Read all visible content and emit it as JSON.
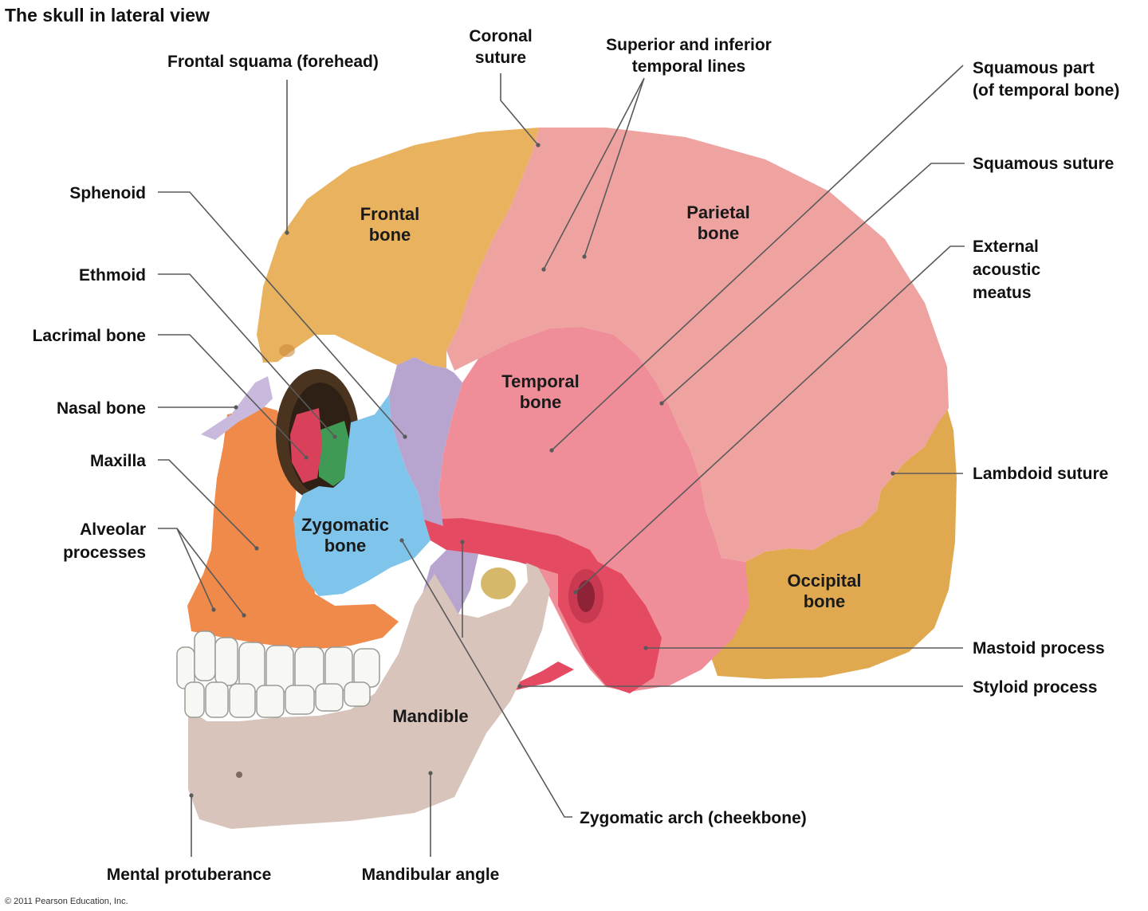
{
  "title": "The skull in lateral view",
  "copyright": "© 2011 Pearson Education, Inc.",
  "colors": {
    "frontal": "#e9b25e",
    "parietal": "#eea3a1",
    "temporal": "#ef8e98",
    "occipital": "#e0a84f",
    "sphenoid": "#b7a5cf",
    "ethmoid": "#3f9a55",
    "lacrimal": "#d9415a",
    "nasal": "#c9b9dc",
    "maxilla": "#ef8a4a",
    "zygomatic": "#7fc4ea",
    "mandible": "#d9c4bb",
    "arch": "#e44a62",
    "teeth": "#f7f7f4"
  },
  "bone_labels": {
    "frontal": [
      "Frontal",
      "bone"
    ],
    "parietal": [
      "Parietal",
      "bone"
    ],
    "temporal": [
      "Temporal",
      "bone"
    ],
    "zygomatic": [
      "Zygomatic",
      "bone"
    ],
    "occipital": [
      "Occipital",
      "bone"
    ],
    "mandible": "Mandible"
  },
  "callouts": {
    "frontal_squama": "Frontal squama (forehead)",
    "coronal_suture": [
      "Coronal",
      "suture"
    ],
    "temporal_lines": [
      "Superior and inferior",
      "temporal lines"
    ],
    "squamous_part": [
      "Squamous part",
      "(of temporal bone)"
    ],
    "squamous_suture": "Squamous suture",
    "external_acoustic_meatus": [
      "External",
      "acoustic",
      "meatus"
    ],
    "sphenoid": "Sphenoid",
    "ethmoid": "Ethmoid",
    "lacrimal_bone": "Lacrimal bone",
    "nasal_bone": "Nasal bone",
    "maxilla": "Maxilla",
    "alveolar_processes": [
      "Alveolar",
      "processes"
    ],
    "lambdoid_suture": "Lambdoid suture",
    "mastoid_process": "Mastoid process",
    "styloid_process": "Styloid process",
    "zygomatic_arch": "Zygomatic arch (cheekbone)",
    "mental_protuberance": "Mental protuberance",
    "mandibular_angle": "Mandibular angle"
  }
}
